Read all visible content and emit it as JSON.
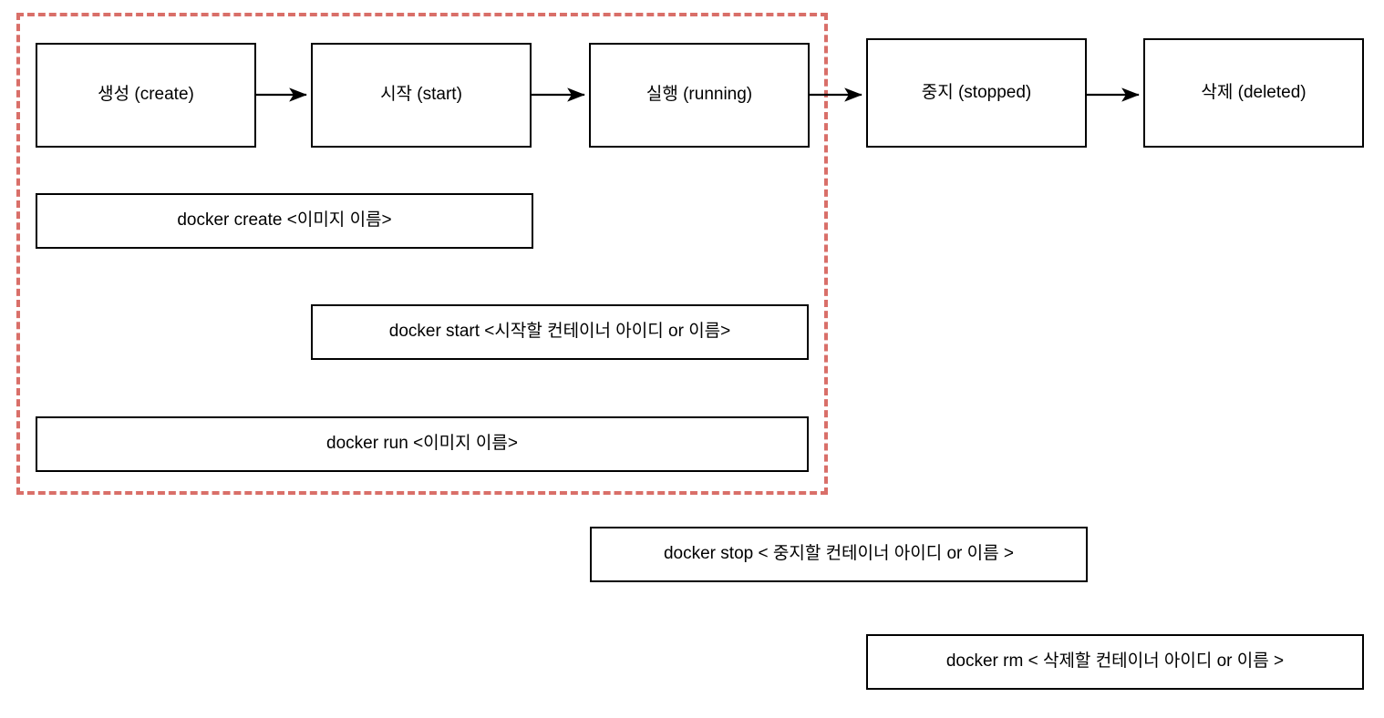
{
  "diagram": {
    "title": "Docker container lifecycle",
    "accent_dashed_color": "#d96f69",
    "box_border_color": "#000000",
    "background_color": "#ffffff",
    "grouping_note": "dashed region encloses create, start, running states and the create/start/run commands"
  },
  "states": [
    {
      "id": "create",
      "label": "생성 (create)"
    },
    {
      "id": "start",
      "label": "시작 (start)"
    },
    {
      "id": "running",
      "label": "실행 (running)"
    },
    {
      "id": "stopped",
      "label": "중지 (stopped)"
    },
    {
      "id": "deleted",
      "label": "삭제 (deleted)"
    }
  ],
  "transitions": [
    {
      "from": "create",
      "to": "start"
    },
    {
      "from": "start",
      "to": "running"
    },
    {
      "from": "running",
      "to": "stopped"
    },
    {
      "from": "stopped",
      "to": "deleted"
    }
  ],
  "commands": [
    {
      "id": "create",
      "text": "docker create <이미지 이름>"
    },
    {
      "id": "start",
      "text": "docker start <시작할 컨테이너 아이디 or 이름>"
    },
    {
      "id": "run",
      "text": "docker run <이미지 이름>"
    },
    {
      "id": "stop",
      "text": "docker stop < 중지할 컨테이너 아이디 or 이름 >"
    },
    {
      "id": "rm",
      "text": "docker rm < 삭제할 컨테이너 아이디 or 이름 >"
    }
  ]
}
